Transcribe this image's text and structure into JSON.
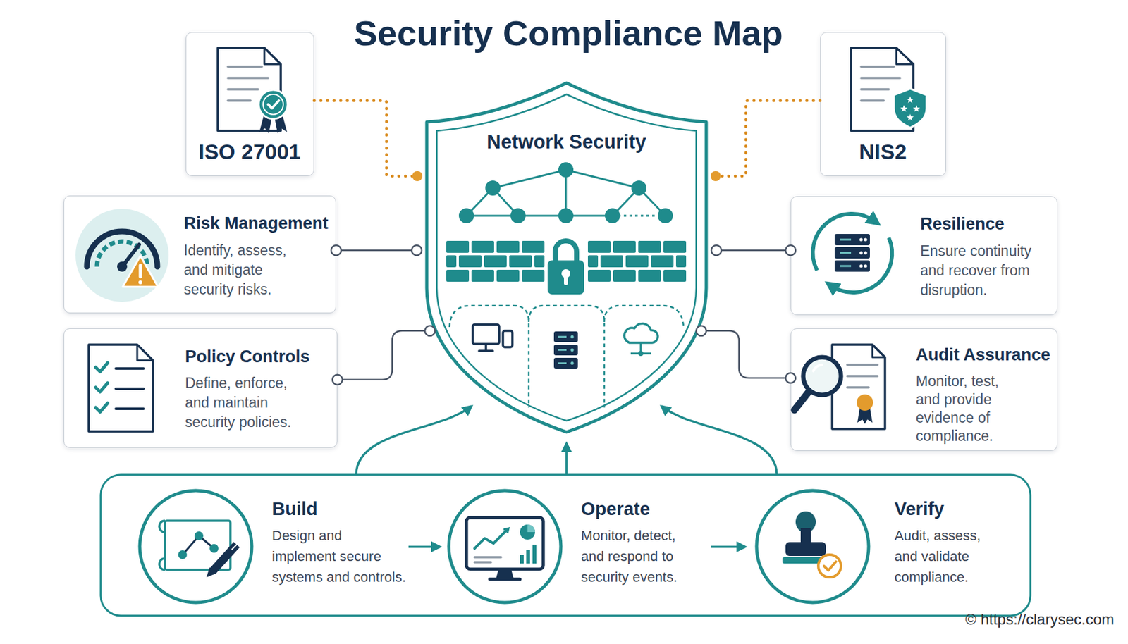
{
  "diagram": {
    "title": "Security Compliance Map",
    "nodes": [
      {
        "text": [
          "ISO 27001"
        ]
      },
      {
        "text": [
          "Network Security"
        ]
      },
      {
        "text": [
          "NIS2"
        ]
      },
      {
        "text": [
          "Risk Management",
          "Identify, assess, and mitigate security risks."
        ]
      },
      {
        "text": [
          "Resilience",
          "Ensure continuity and recover from disruption."
        ]
      },
      {
        "text": [
          "Policy Controls",
          "Define, enforce, and maintain security policies."
        ]
      },
      {
        "text": [
          "Audit Assurance",
          "Monitor, test, and provide evidence of compliance."
        ]
      },
      {
        "text": [
          "Build",
          "Design and implement secure systems and controls."
        ]
      },
      {
        "text": [
          "Operate",
          "Monitor, detect, and respond to security events."
        ]
      },
      {
        "text": [
          "Verify",
          "Audit, assess, and validate compliance."
        ]
      }
    ],
    "edges": [
      {
        "from": 0,
        "to": 1,
        "arrow": "none"
      },
      {
        "from": 2,
        "to": 1,
        "arrow": "none"
      },
      {
        "from": 3,
        "to": 1,
        "arrow": "none"
      },
      {
        "from": 4,
        "to": 1,
        "arrow": "none"
      },
      {
        "from": 5,
        "to": 1,
        "arrow": "none"
      },
      {
        "from": 6,
        "to": 1,
        "arrow": "none"
      },
      {
        "from": 7,
        "to": 8,
        "arrow": "to"
      },
      {
        "from": 8,
        "to": 9,
        "arrow": "to"
      },
      {
        "from": 7,
        "to": 1,
        "arrow": "to"
      },
      {
        "from": 8,
        "to": 1,
        "arrow": "to"
      },
      {
        "from": 9,
        "to": 1,
        "arrow": "to"
      }
    ],
    "labels": [
      "© https://clarysec.com"
    ]
  }
}
